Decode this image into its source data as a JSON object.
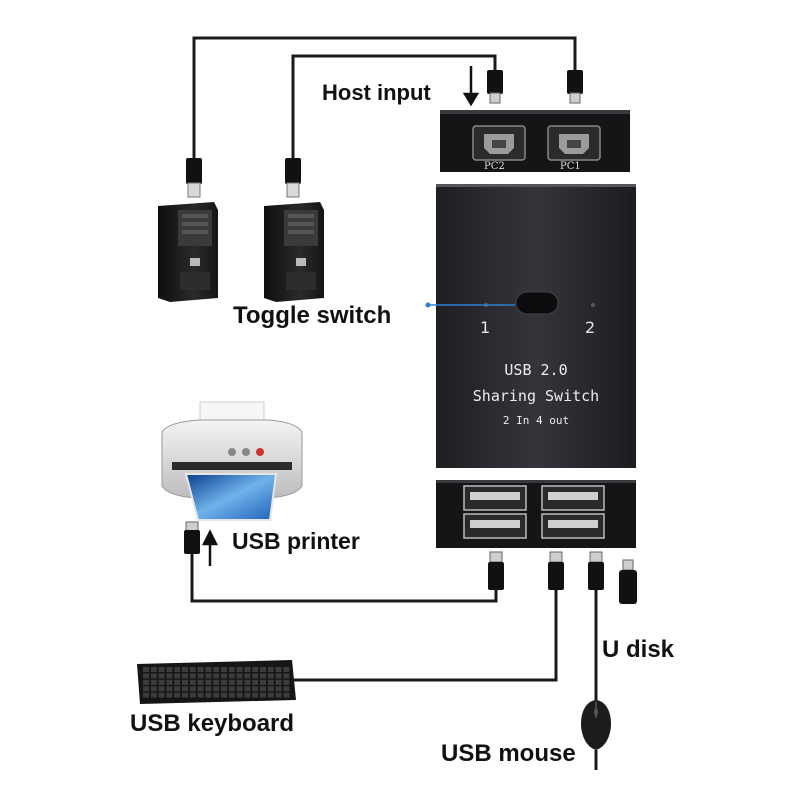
{
  "labels": {
    "host_input": "Host input",
    "toggle_switch": "Toggle switch",
    "usb_printer": "USB printer",
    "u_disk": "U disk",
    "usb_keyboard": "USB keyboard",
    "usb_mouse": "USB mouse"
  },
  "device": {
    "line1": "USB 2.0",
    "line2": "Sharing Switch",
    "line3": "2 In 4 out",
    "port_pc2": "PC2",
    "port_pc1": "PC1",
    "led_1": "1",
    "led_2": "2"
  },
  "colors": {
    "device_body": "#2b2c30",
    "cable": "#1a1a1a",
    "pointer": "#2f7fd0"
  }
}
